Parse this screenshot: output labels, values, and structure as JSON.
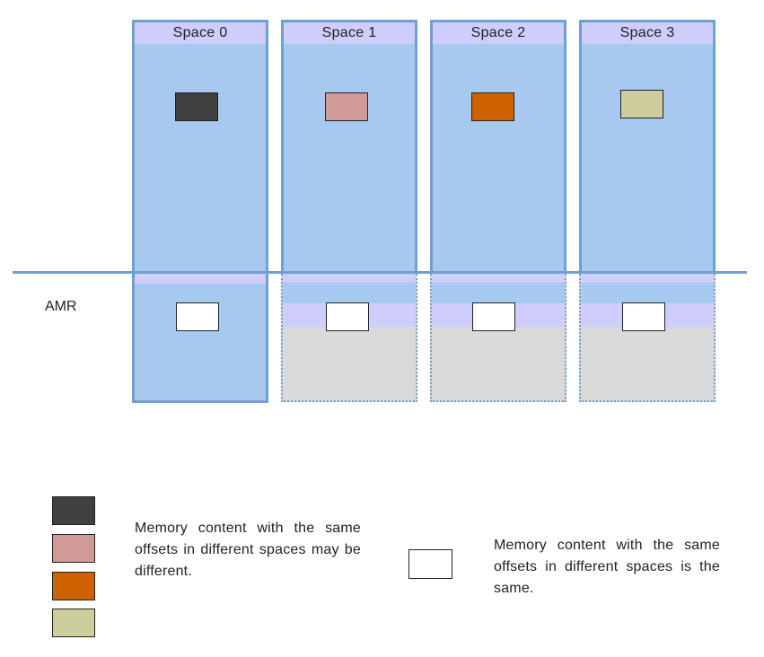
{
  "colors": {
    "space_fill": "#a8c9ef",
    "space_border": "#6fa0d0",
    "header_fill": "#cfcdfb",
    "amr_inactive_fill": "#d9d9d9",
    "shared_block": "#ffffff"
  },
  "spaces": [
    {
      "label": "Space 0",
      "block_color": "#404040"
    },
    {
      "label": "Space 1",
      "block_color": "#d09a98"
    },
    {
      "label": "Space 2",
      "block_color": "#cf6200"
    },
    {
      "label": "Space 3",
      "block_color": "#cecd9c"
    }
  ],
  "amr": {
    "label": "AMR"
  },
  "legend": {
    "swatches": [
      "#404040",
      "#d09a98",
      "#cf6200",
      "#cecd9c"
    ],
    "different_text": "Memory content with the same offsets in different spaces may be different.",
    "same_text": "Memory content with the same offsets in different spaces is the same."
  }
}
